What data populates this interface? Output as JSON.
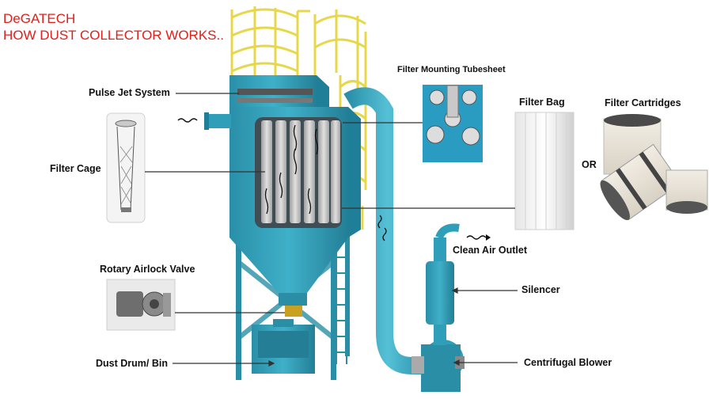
{
  "header": {
    "brand": "DeGATECH",
    "title": "HOW DUST COLLECTOR WORKS.."
  },
  "labels": {
    "pulse_jet_system": "Pulse Jet System",
    "filter_mounting_tubesheet": "Filter Mounting Tubesheet",
    "filter_bag": "Filter Bag",
    "filter_cartridges": "Filter Cartridges",
    "or": "OR",
    "filter_cage": "Filter Cage",
    "clean_air_outlet": "Clean Air Outlet",
    "silencer": "Silencer",
    "rotary_airlock_valve": "Rotary Airlock Valve",
    "dust_drum_bin": "Dust Drum/ Bin",
    "centrifugal_blower": "Centrifugal Blower"
  },
  "colors": {
    "brand_red": "#e0201b",
    "body_teal": "#2f9fb9",
    "body_dark": "#1f7f98",
    "ladder_yellow": "#e6d84a",
    "leader_line": "#333333"
  }
}
